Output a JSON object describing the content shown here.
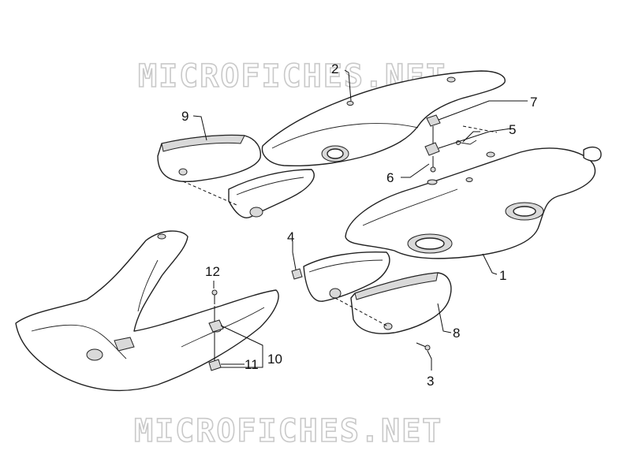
{
  "watermark": {
    "text": "MICROFICHES.NET"
  },
  "callouts": {
    "c1": "1",
    "c2": "2",
    "c3": "3",
    "c4": "4",
    "c5": "5",
    "c6": "6",
    "c7": "7",
    "c8": "8",
    "c9": "9",
    "c10": "10",
    "c11": "11",
    "c12": "12"
  }
}
